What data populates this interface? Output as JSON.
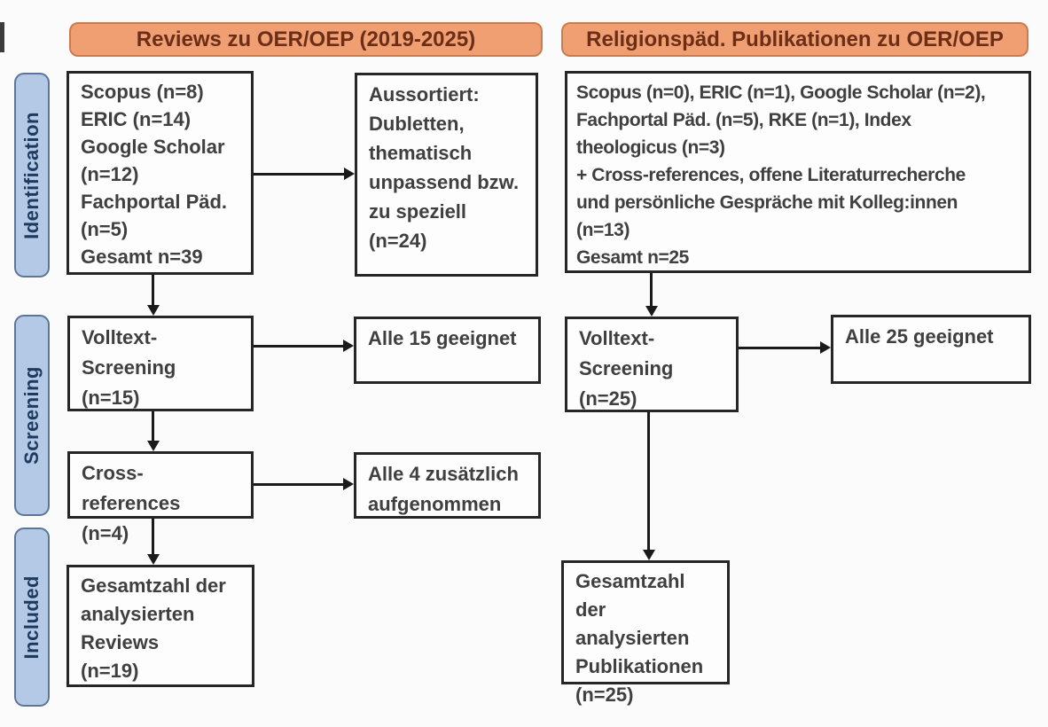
{
  "diagram": {
    "title": "PRISMA-style literature flow diagram",
    "columns": [
      {
        "header": "Reviews zu OER/OEP (2019-2025)"
      },
      {
        "header": "Religionspäd. Publikationen zu OER/OEP"
      }
    ],
    "stages": [
      {
        "label": "Identification"
      },
      {
        "label": "Screening"
      },
      {
        "label": "Included"
      }
    ],
    "boxes": {
      "left_sources": {
        "lines": [
          "Scopus (n=8)",
          "ERIC (n=14)",
          "Google Scholar",
          "(n=12)",
          "Fachportal Päd.",
          "(n=5)",
          "Gesamt n=39"
        ]
      },
      "left_excluded": {
        "lines": [
          "Aussortiert:",
          "Dubletten,",
          "thematisch",
          "unpassend bzw.",
          "zu speziell",
          "(n=24)"
        ]
      },
      "left_fulltext": {
        "lines": [
          "Volltext-",
          "Screening",
          "(n=15)"
        ]
      },
      "left_fulltext_result": {
        "lines": [
          "Alle 15 geeignet"
        ]
      },
      "left_crossref": {
        "lines": [
          "Cross-references",
          "(n=4)"
        ]
      },
      "left_crossref_result": {
        "lines": [
          "Alle 4 zusätzlich",
          "aufgenommen"
        ]
      },
      "left_included": {
        "lines": [
          "Gesamtzahl der",
          "analysierten",
          "Reviews",
          "(n=19)"
        ]
      },
      "right_sources": {
        "lines": [
          "Scopus (n=0), ERIC (n=1), Google Scholar (n=2),",
          "Fachportal Päd. (n=5), RKE (n=1), Index",
          "theologicus (n=3)",
          "+ Cross-references, offene Literaturrecherche",
          "und persönliche Gespräche mit Kolleg:innen",
          "(n=13)",
          "Gesamt n=25"
        ]
      },
      "right_fulltext": {
        "lines": [
          "Volltext-",
          "Screening",
          "(n=25)"
        ]
      },
      "right_fulltext_result": {
        "lines": [
          "Alle 25 geeignet"
        ]
      },
      "right_included": {
        "lines": [
          "Gesamtzahl der",
          "analysierten",
          "Publikationen",
          "(n=25)"
        ]
      }
    },
    "colors": {
      "header_fill": "#f09f72",
      "header_border": "#cb7c4e",
      "header_text": "#6d2e18",
      "stage_fill": "#b4c9e6",
      "stage_border": "#5d7599",
      "stage_text": "#1e3a5f",
      "box_border": "#262626",
      "box_text": "#3f3f3f",
      "arrow": "#1a1a1a",
      "background": "#fbfbfb"
    }
  }
}
